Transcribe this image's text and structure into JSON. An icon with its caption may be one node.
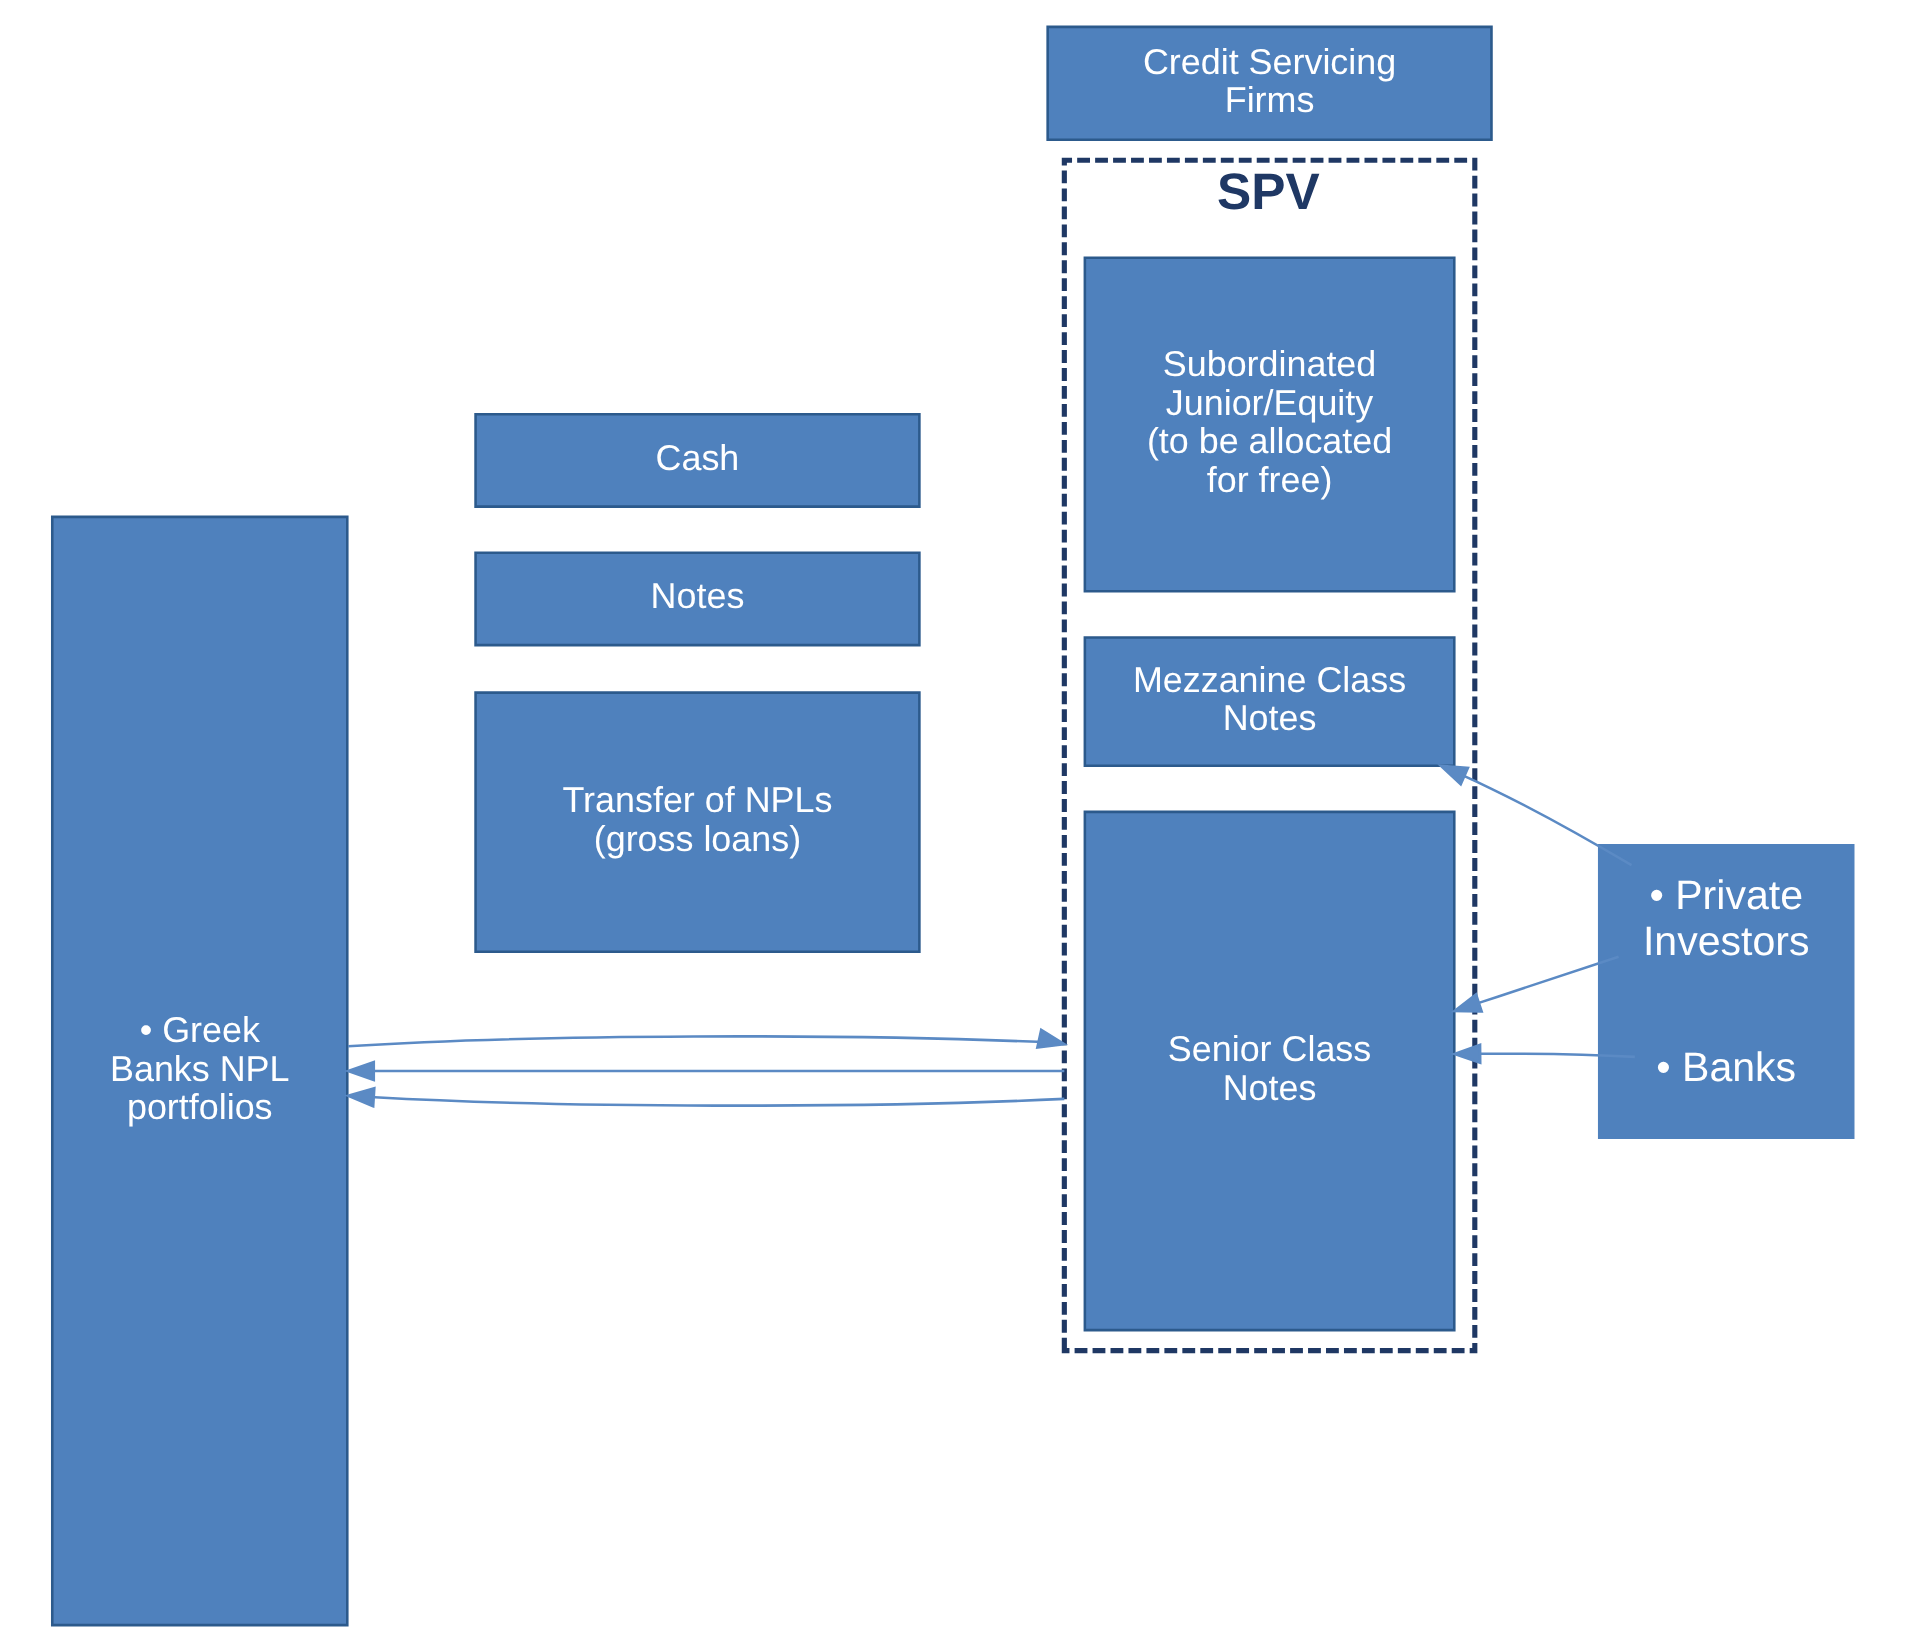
{
  "diagram": {
    "nodes": [
      {
        "text": [
          "• Greek Banks NPL portfolios"
        ]
      },
      {
        "text": [
          "Cash"
        ]
      },
      {
        "text": [
          "Notes"
        ]
      },
      {
        "text": [
          "Transfer of NPLs (gross loans)"
        ]
      },
      {
        "text": [
          "SPV"
        ]
      },
      {
        "text": [
          "Senior Class Notes"
        ],
        "in": 4
      },
      {
        "text": [
          "Mezzanine Class Notes"
        ],
        "in": 4
      },
      {
        "text": [
          "Subordinated Junior/Equity (to be allocated for free)"
        ],
        "in": 4
      },
      {
        "text": [
          "Credit Servicing Firms"
        ]
      },
      {
        "text": [],
        "shape": "box"
      },
      {
        "text": [
          "• Banks"
        ],
        "in": 9
      },
      {
        "text": [
          "• Private Investors"
        ],
        "in": 9
      }
    ],
    "edges": [
      {
        "from": 4,
        "to": 0,
        "arrow": "to"
      },
      {
        "from": 4,
        "to": 0,
        "arrow": "to"
      },
      {
        "from": 0,
        "to": 4,
        "arrow": "to"
      },
      {
        "from": 10,
        "to": 5,
        "arrow": "to"
      },
      {
        "from": 11,
        "to": 5,
        "arrow": "to"
      },
      {
        "from": 11,
        "to": 6,
        "arrow": "to"
      }
    ]
  }
}
